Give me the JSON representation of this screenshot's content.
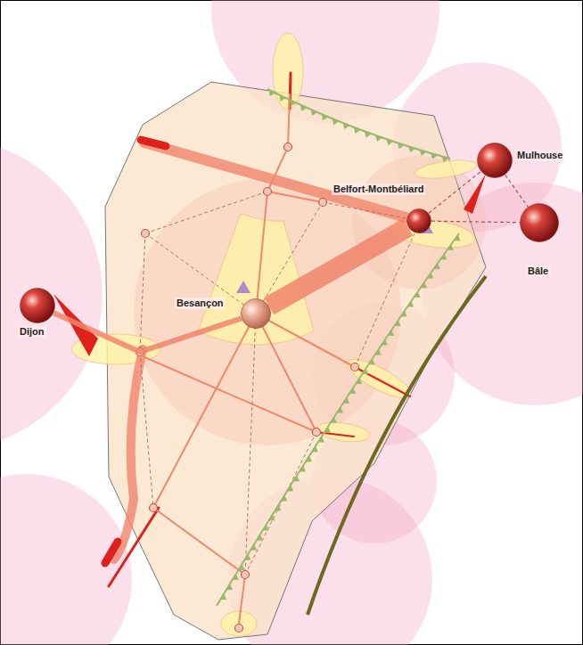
{
  "diagram": {
    "nodes": [
      {
        "text": [
          "Mulhouse"
        ]
      },
      {
        "text": [
          "Belfort-Montbéliard"
        ]
      },
      {
        "text": [
          "Bâle"
        ]
      },
      {
        "text": [
          "Besançon"
        ]
      },
      {
        "text": [
          "Dijon"
        ]
      }
    ],
    "edges": [
      {
        "from": 3,
        "to": 1,
        "arrow": "none"
      },
      {
        "from": 1,
        "to": 0,
        "arrow": "none"
      },
      {
        "from": 1,
        "to": 2,
        "arrow": "none"
      },
      {
        "from": 0,
        "to": 2,
        "arrow": "none"
      },
      {
        "from": 4,
        "to": 3,
        "arrow": "none"
      }
    ]
  }
}
